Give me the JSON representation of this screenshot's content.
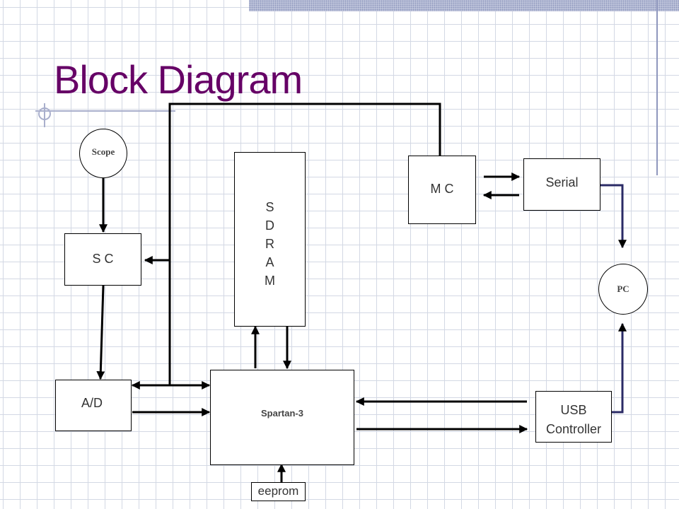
{
  "slide": {
    "title": "Block Diagram"
  },
  "blocks": {
    "scope": "Scope",
    "sc": "S C",
    "ad": "A/D",
    "sdram": [
      "S",
      "D",
      "R",
      "A",
      "M"
    ],
    "mc": "M C",
    "serial": "Serial",
    "pc": "PC",
    "spartan": "Spartan-3",
    "usb": [
      "USB",
      "Controller"
    ],
    "eeprom": "eeprom"
  },
  "colors": {
    "title": "#660066",
    "wire": "#000000",
    "pc_link": "#2b2b66",
    "grid": "#d3d8e4"
  }
}
